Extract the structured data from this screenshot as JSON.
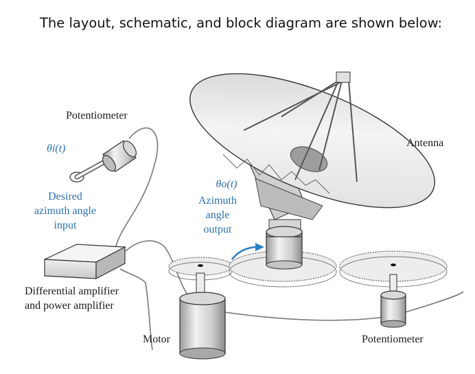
{
  "heading": "The layout, schematic, and block diagram are shown below:",
  "labels": {
    "potentiometer_top": "Potentiometer",
    "theta_input": "θi(t)",
    "desired_line1": "Desired",
    "desired_line2": "azimuth angle",
    "desired_line3": "input",
    "theta_output": "θo(t)",
    "azimuth_line1": "Azimuth",
    "azimuth_line2": "angle",
    "azimuth_line3": "output",
    "antenna": "Antenna",
    "amplifier_line1": "Differential amplifier",
    "amplifier_line2": "and power amplifier",
    "motor": "Motor",
    "potentiometer_bottom": "Potentiometer"
  },
  "colors": {
    "label_blue": "#2c6fb0",
    "arrow_blue": "#2a7fc4",
    "metal_light": "#e6e6e6",
    "metal_dark": "#9a9a9a"
  }
}
